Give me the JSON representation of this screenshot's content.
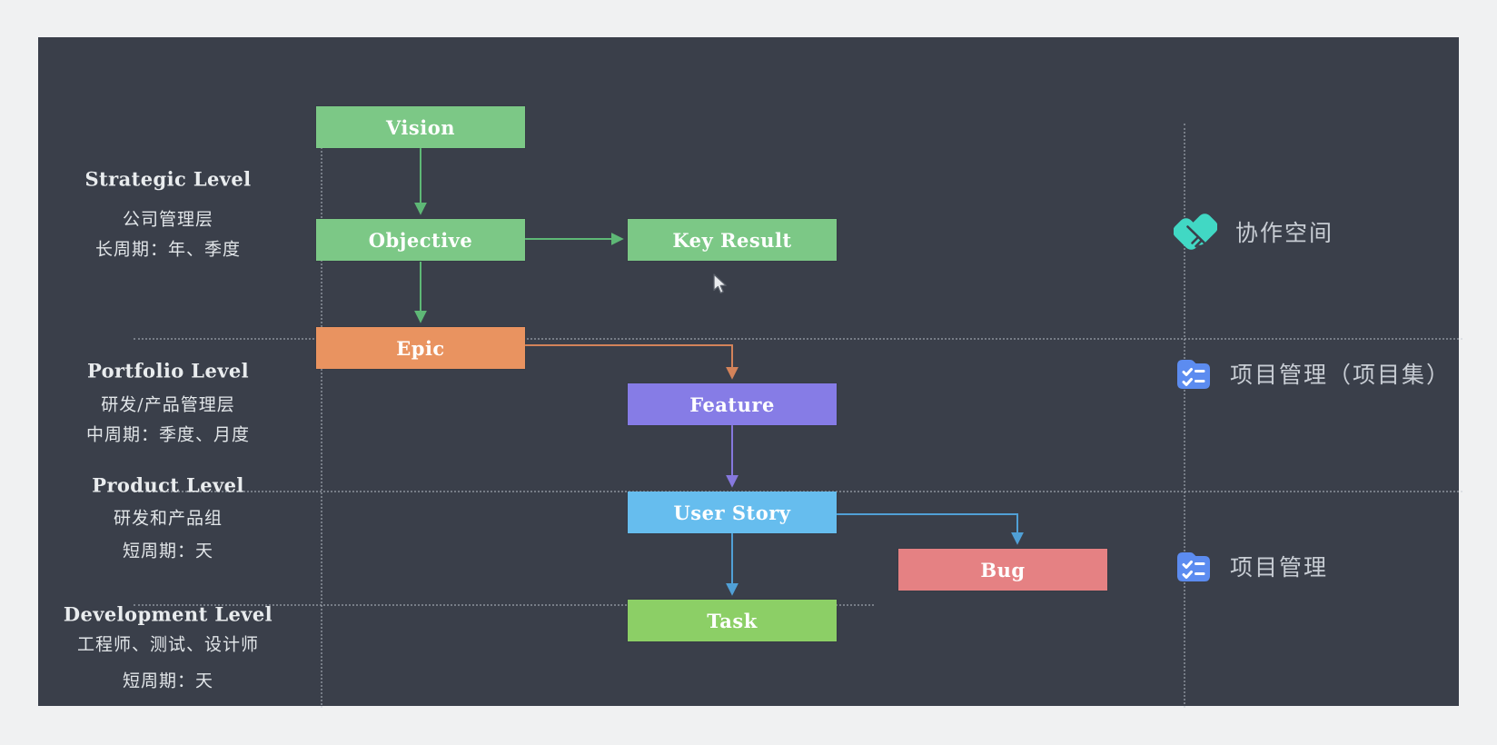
{
  "diagram": {
    "levels": [
      {
        "title": "Strategic Level",
        "audience": "公司管理层",
        "cycle": "长周期：年、季度"
      },
      {
        "title": "Portfolio Level",
        "audience": "研发/产品管理层",
        "cycle": "中周期：季度、月度"
      },
      {
        "title": "Product Level",
        "audience": "研发和产品组",
        "cycle": "短周期：天"
      },
      {
        "title": "Development Level",
        "audience": "工程师、测试、设计师",
        "cycle": "短周期：天"
      }
    ],
    "nodes": {
      "vision": {
        "label": "Vision",
        "color": "#7cc886"
      },
      "objective": {
        "label": "Objective",
        "color": "#7cc886"
      },
      "key_result": {
        "label": "Key Result",
        "color": "#7cc886"
      },
      "epic": {
        "label": "Epic",
        "color": "#e99360"
      },
      "feature": {
        "label": "Feature",
        "color": "#867ce6"
      },
      "user_story": {
        "label": "User Story",
        "color": "#66bdee"
      },
      "bug": {
        "label": "Bug",
        "color": "#e58183"
      },
      "task": {
        "label": "Task",
        "color": "#8ccf66"
      }
    },
    "edges": [
      {
        "from": "Vision",
        "to": "Objective"
      },
      {
        "from": "Objective",
        "to": "Key Result"
      },
      {
        "from": "Objective",
        "to": "Epic"
      },
      {
        "from": "Epic",
        "to": "Feature"
      },
      {
        "from": "Feature",
        "to": "User Story"
      },
      {
        "from": "User Story",
        "to": "Bug"
      },
      {
        "from": "User Story",
        "to": "Task"
      }
    ]
  },
  "right_panel": {
    "items": [
      {
        "label": "协作空间",
        "icon": "handshake-icon",
        "icon_color": "#41d8c4"
      },
      {
        "label": "项目管理（项目集）",
        "icon": "checklist-folder-icon",
        "icon_color": "#5c8cf0"
      },
      {
        "label": "项目管理",
        "icon": "checklist-folder-icon",
        "icon_color": "#5c8cf0"
      }
    ]
  },
  "colors": {
    "page_bg": "#f0f1f2",
    "panel_bg": "#3a3f4a",
    "guide_dotted": "#c4cad2",
    "arrow_green": "#5eb876",
    "arrow_orange": "#d3835a",
    "arrow_purple": "#8678de",
    "arrow_blue": "#50a0d6",
    "left_text": "#e9ecee",
    "right_text": "#c8cdd4",
    "node_text": "#ffffff"
  }
}
